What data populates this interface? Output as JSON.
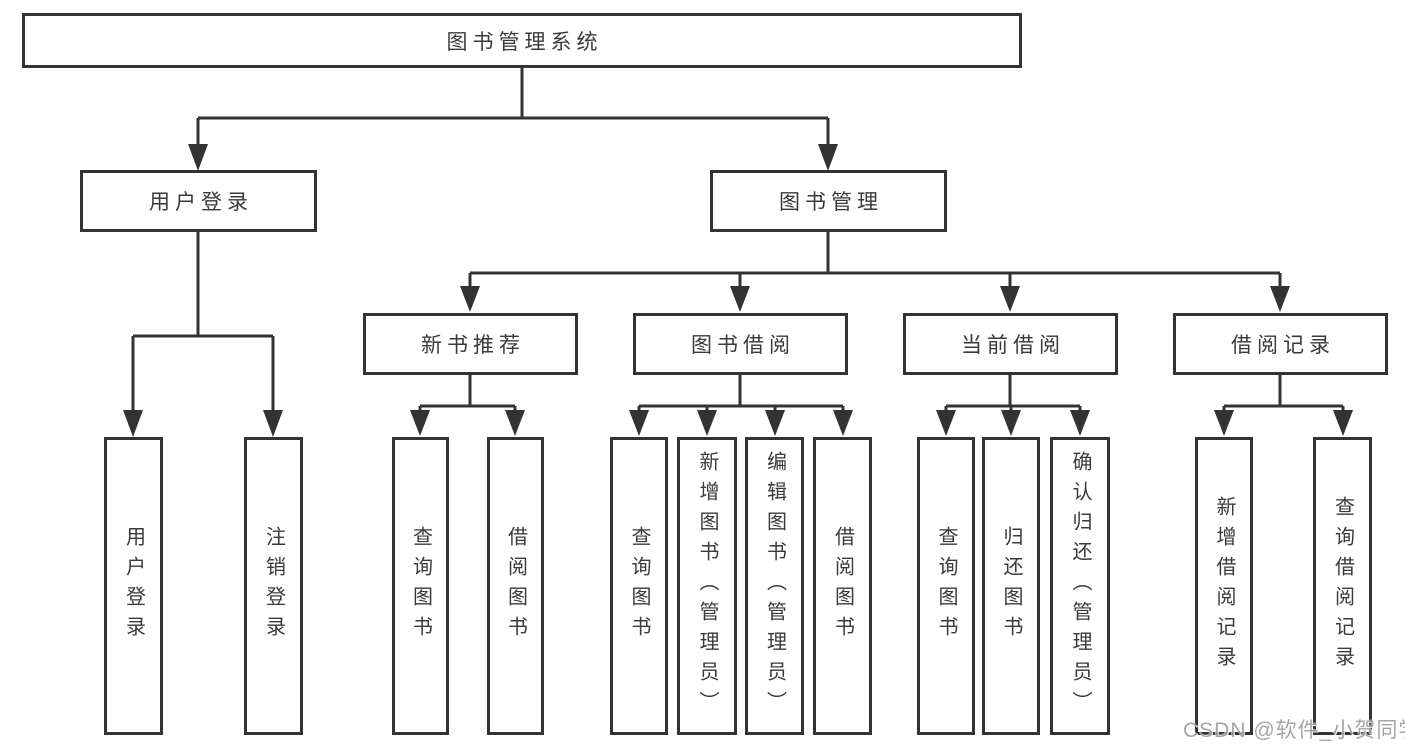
{
  "colors": {
    "line": "#333333",
    "box_border": "#333333",
    "text": "#3a3a3a",
    "background": "#ffffff",
    "watermark": "#9e9e9e"
  },
  "diagram": {
    "root": {
      "label": "图书管理系统",
      "children": [
        {
          "label": "用户登录",
          "children": [
            {
              "label": "用户登录"
            },
            {
              "label": "注销登录"
            }
          ]
        },
        {
          "label": "图书管理",
          "children": [
            {
              "label": "新书推荐",
              "children": [
                {
                  "label": "查询图书"
                },
                {
                  "label": "借阅图书"
                }
              ]
            },
            {
              "label": "图书借阅",
              "children": [
                {
                  "label": "查询图书"
                },
                {
                  "label": "新增图书（管理员）"
                },
                {
                  "label": "编辑图书（管理员）"
                },
                {
                  "label": "借阅图书"
                }
              ]
            },
            {
              "label": "当前借阅",
              "children": [
                {
                  "label": "查询图书"
                },
                {
                  "label": "归还图书"
                },
                {
                  "label": "确认归还（管理员）"
                }
              ]
            },
            {
              "label": "借阅记录",
              "children": [
                {
                  "label": "新增借阅记录"
                },
                {
                  "label": "查询借阅记录"
                }
              ]
            }
          ]
        }
      ]
    }
  },
  "watermark": {
    "text": "CSDN @软件_小贺同学"
  }
}
